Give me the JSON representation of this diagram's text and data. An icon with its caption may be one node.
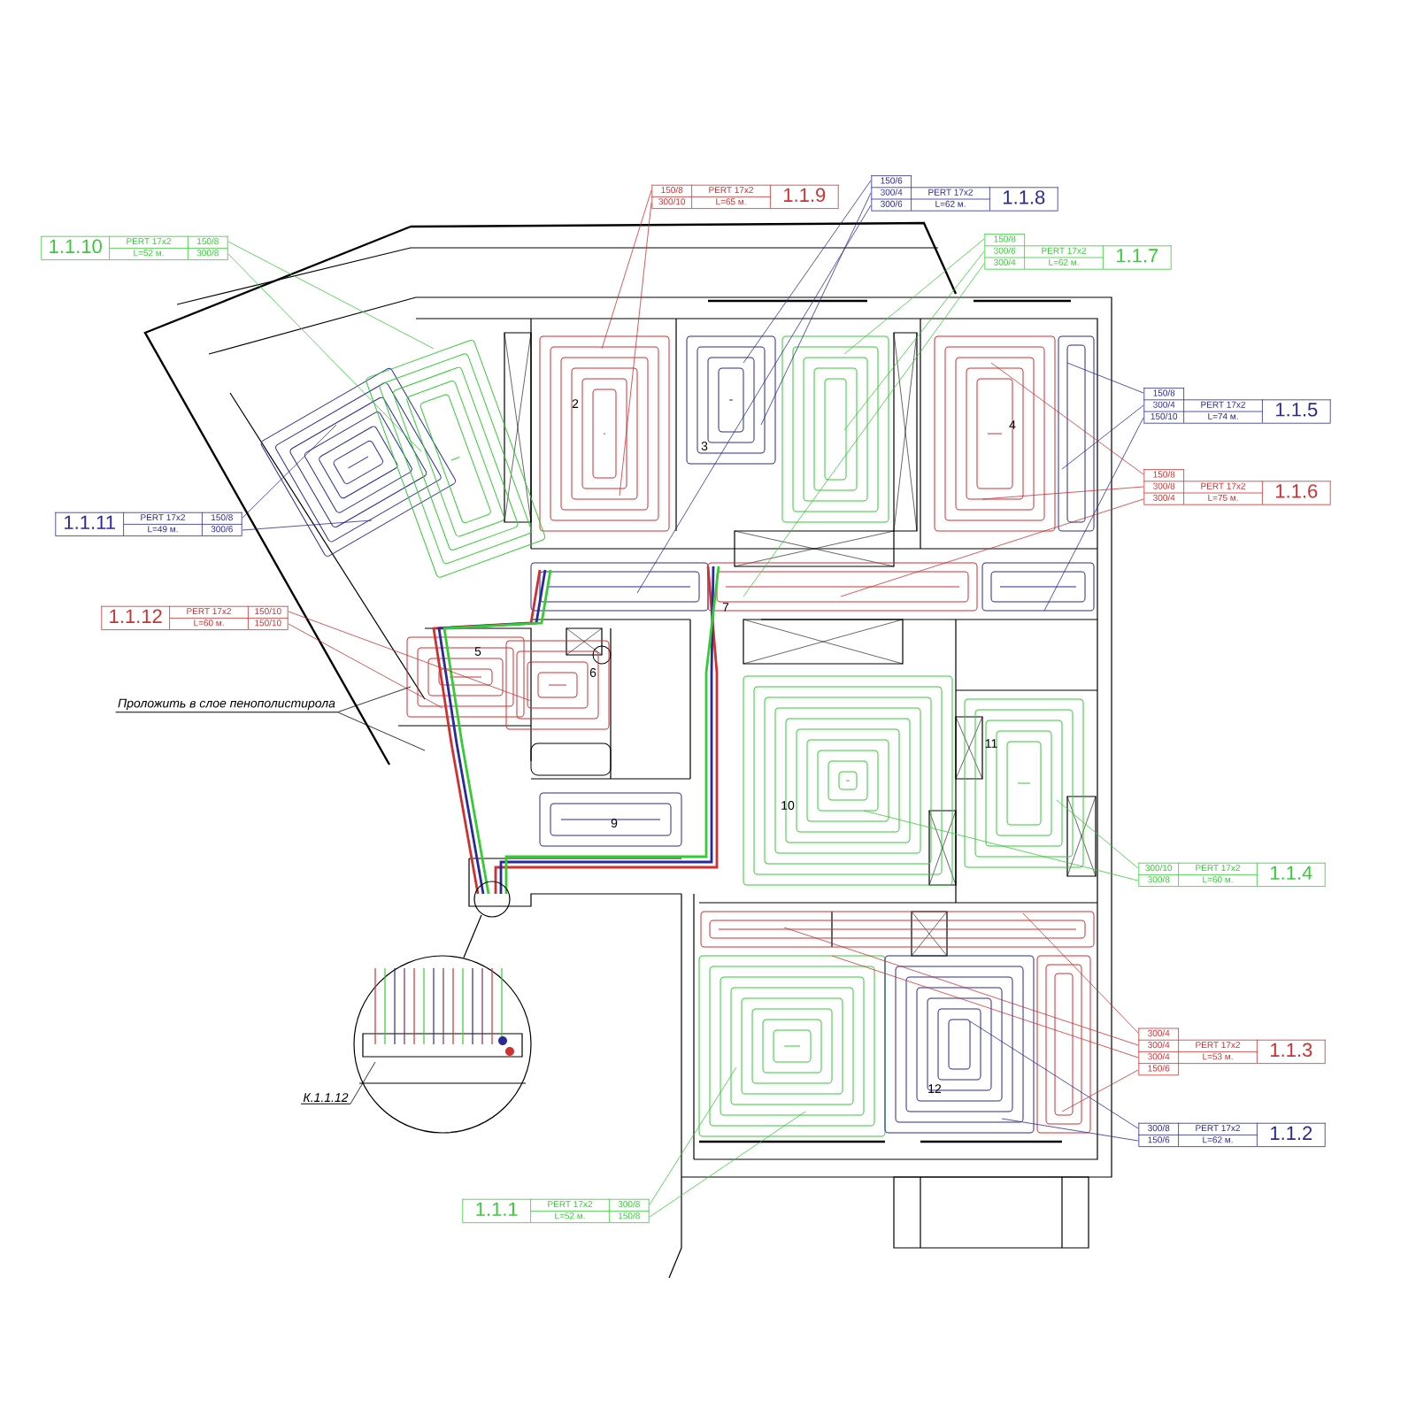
{
  "diagram": {
    "nodes": [
      {
        "text": [
          "1.1.10",
          "PERT 17x2",
          "150/8",
          "L=52 м.",
          "300/8"
        ]
      },
      {
        "text": [
          "150/8",
          "PERT 17x2",
          "300/10",
          "L=65 м.",
          "1.1.9"
        ]
      },
      {
        "text": [
          "150/6",
          "300/4",
          "PERT 17x2",
          "300/6",
          "L=62 м.",
          "1.1.8"
        ]
      },
      {
        "text": [
          "150/8",
          "300/6",
          "PERT 17x2",
          "300/4",
          "L=62 м.",
          "1.1.7"
        ]
      },
      {
        "text": [
          "150/8",
          "300/4",
          "PERT 17x2",
          "150/10",
          "L=74 м.",
          "1.1.5"
        ]
      },
      {
        "text": [
          "150/8",
          "300/8",
          "PERT 17x2",
          "300/4",
          "L=75 м.",
          "1.1.6"
        ]
      },
      {
        "text": [
          "1.1.11",
          "PERT 17x2",
          "150/8",
          "L=49 м.",
          "300/6"
        ]
      },
      {
        "text": [
          "1.1.12",
          "PERT 17x2",
          "150/10",
          "L=60 м.",
          "150/10"
        ]
      },
      {
        "text": [
          "Проложить в слое пенополистирола"
        ]
      },
      {
        "text": [
          "300/10",
          "PERT 17x2",
          "300/8",
          "L=60 м.",
          "1.1.4"
        ]
      },
      {
        "text": [
          "300/4",
          "300/4",
          "PERT 17x2",
          "300/4",
          "L=53 м.",
          "1.1.3",
          "150/6"
        ]
      },
      {
        "text": [
          "300/8",
          "PERT 17x2",
          "150/6",
          "L=62 м.",
          "1.1.2"
        ]
      },
      {
        "text": [
          "К.1.1.12"
        ]
      },
      {
        "text": [
          "1.1.1",
          "PERT 17x2",
          "300/8",
          "L=52 м.",
          "150/8"
        ]
      }
    ],
    "edges": [
      {
        "from": 0,
        "to": null,
        "arrow": "none",
        "color": "#33cc33"
      },
      {
        "from": 0,
        "to": null,
        "arrow": "none",
        "color": "#33cc33"
      },
      {
        "from": 1,
        "to": null,
        "arrow": "none",
        "color": "#d03030"
      },
      {
        "from": 1,
        "to": null,
        "arrow": "none",
        "color": "#d03030"
      },
      {
        "from": 2,
        "to": null,
        "arrow": "none",
        "color": "#2a2a9a"
      },
      {
        "from": 2,
        "to": null,
        "arrow": "none",
        "color": "#2a2a9a"
      },
      {
        "from": 2,
        "to": null,
        "arrow": "none",
        "color": "#2a2a9a"
      },
      {
        "from": 3,
        "to": null,
        "arrow": "none",
        "color": "#33cc33"
      },
      {
        "from": 3,
        "to": null,
        "arrow": "none",
        "color": "#33cc33"
      },
      {
        "from": 3,
        "to": null,
        "arrow": "none",
        "color": "#33cc33"
      },
      {
        "from": 4,
        "to": null,
        "arrow": "none",
        "color": "#2a2a9a"
      },
      {
        "from": 4,
        "to": null,
        "arrow": "none",
        "color": "#2a2a9a"
      },
      {
        "from": 4,
        "to": null,
        "arrow": "none",
        "color": "#2a2a9a"
      },
      {
        "from": 5,
        "to": null,
        "arrow": "none",
        "color": "#d03030"
      },
      {
        "from": 5,
        "to": null,
        "arrow": "none",
        "color": "#d03030"
      },
      {
        "from": 5,
        "to": null,
        "arrow": "none",
        "color": "#d03030"
      },
      {
        "from": 6,
        "to": null,
        "arrow": "none",
        "color": "#2a2a9a"
      },
      {
        "from": 6,
        "to": null,
        "arrow": "none",
        "color": "#2a2a9a"
      },
      {
        "from": 7,
        "to": null,
        "arrow": "none",
        "color": "#d03030"
      },
      {
        "from": 7,
        "to": null,
        "arrow": "none",
        "color": "#d03030"
      },
      {
        "from": 8,
        "to": null,
        "arrow": "none",
        "color": "#000000"
      },
      {
        "from": 8,
        "to": null,
        "arrow": "none",
        "color": "#000000"
      },
      {
        "from": 9,
        "to": null,
        "arrow": "none",
        "color": "#33cc33"
      },
      {
        "from": 9,
        "to": null,
        "arrow": "none",
        "color": "#33cc33"
      },
      {
        "from": 10,
        "to": null,
        "arrow": "none",
        "color": "#d03030"
      },
      {
        "from": 10,
        "to": null,
        "arrow": "none",
        "color": "#d03030"
      },
      {
        "from": 10,
        "to": null,
        "arrow": "none",
        "color": "#d03030"
      },
      {
        "from": 10,
        "to": null,
        "arrow": "none",
        "color": "#d03030"
      },
      {
        "from": 11,
        "to": null,
        "arrow": "none",
        "color": "#2a2a9a"
      },
      {
        "from": 11,
        "to": null,
        "arrow": "none",
        "color": "#2a2a9a"
      },
      {
        "from": 12,
        "to": null,
        "arrow": "none",
        "color": "#000000"
      },
      {
        "from": 13,
        "to": null,
        "arrow": "none",
        "color": "#33cc33"
      },
      {
        "from": 13,
        "to": null,
        "arrow": "none",
        "color": "#33cc33"
      }
    ],
    "labels": [
      "2",
      "3",
      "4",
      "7",
      "5",
      "6",
      "9",
      "10",
      "11",
      "12"
    ]
  }
}
